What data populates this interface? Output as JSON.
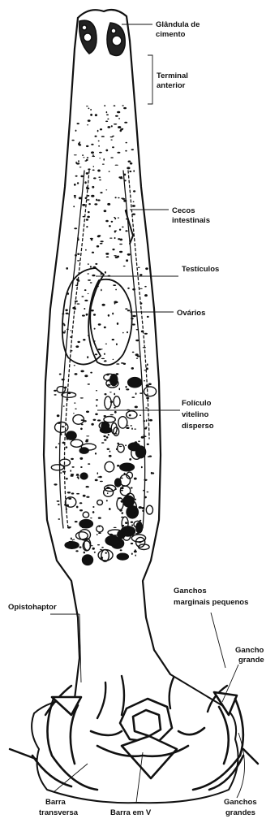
{
  "labels": {
    "glandula_l1": "Glândula de",
    "glandula_l2": "cimento",
    "terminal_l1": "Terminal",
    "terminal_l2": "anterior",
    "cecos_l1": "Cecos",
    "cecos_l2": "intestinais",
    "testiculos": "Testículos",
    "ovarios": "Ovários",
    "foliculo_l1": "Folículo",
    "foliculo_l2": "vitelino",
    "foliculo_l3": "disperso",
    "ganchos_marg_l1": "Ganchos",
    "ganchos_marg_l2": "marginais pequenos",
    "opistohaptor": "Opistohaptor",
    "gancho_grande_l1": "Gancho",
    "gancho_grande_l2": "grande",
    "barra_transversa_l1": "Barra",
    "barra_transversa_l2": "transversa",
    "barra_v": "Barra em V",
    "ganchos_grandes_l1": "Ganchos",
    "ganchos_grandes_l2": "grandes"
  },
  "colors": {
    "ink": "#111111",
    "background": "#ffffff"
  }
}
